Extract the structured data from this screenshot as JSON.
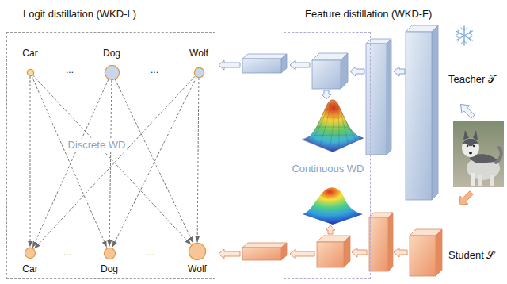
{
  "diagram": {
    "nodes": [
      {
        "text": [
          "Logit distillation (WKD-L)"
        ]
      },
      {
        "text": [
          "Feature distillation (WKD-F)"
        ]
      },
      {
        "text": [
          "Car"
        ],
        "in": 0
      },
      {
        "text": [
          "Dog"
        ],
        "in": 0
      },
      {
        "text": [
          "Wolf"
        ],
        "in": 0
      },
      {
        "text": [
          "Car"
        ],
        "in": 0
      },
      {
        "text": [
          "Dog"
        ],
        "in": 0
      },
      {
        "text": [
          "Wolf"
        ],
        "in": 0
      }
    ],
    "edges": [
      {
        "from": 2,
        "to": 5,
        "arrow": "to"
      },
      {
        "from": 2,
        "to": 6,
        "arrow": "to"
      },
      {
        "from": 2,
        "to": 7,
        "arrow": "to"
      },
      {
        "from": 3,
        "to": 5,
        "arrow": "to"
      },
      {
        "from": 3,
        "to": 6,
        "arrow": "to"
      },
      {
        "from": 3,
        "to": 7,
        "arrow": "to"
      },
      {
        "from": 4,
        "to": 5,
        "arrow": "to"
      },
      {
        "from": 4,
        "to": 6,
        "arrow": "to"
      },
      {
        "from": 4,
        "to": 7,
        "arrow": "to"
      }
    ],
    "labels": [
      "...",
      "...",
      "...",
      "...",
      "Discrete WD",
      "Continuous WD",
      "Teacher 𝒯",
      "Student 𝒮"
    ]
  }
}
